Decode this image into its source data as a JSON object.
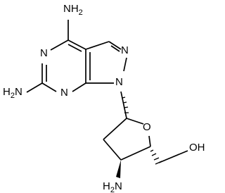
{
  "molecule": {
    "atoms": {
      "amine_top": {
        "main": "NH",
        "sub": "2"
      },
      "amine_left": {
        "main": "H",
        "sub": "2",
        "tail": "N"
      },
      "purine_n1": "N",
      "purine_n3": "N",
      "purine_n7": "N",
      "purine_n9": "N",
      "ring_oxygen": "O",
      "hydroxyl": "OH",
      "amine_sugar": {
        "main": "H",
        "sub": "2",
        "tail": "N"
      }
    }
  }
}
